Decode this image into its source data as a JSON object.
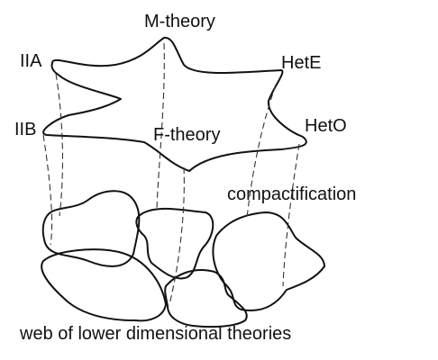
{
  "labels": {
    "m_theory": "M-theory",
    "iia": "IIA",
    "iib": "IIB",
    "f_theory": "F-theory",
    "hete": "HetE",
    "heto": "HetO",
    "compactification": "compactification",
    "lower": "web of lower dimensional theories"
  },
  "colors": {
    "ink": "#111111",
    "background": "#ffffff"
  }
}
